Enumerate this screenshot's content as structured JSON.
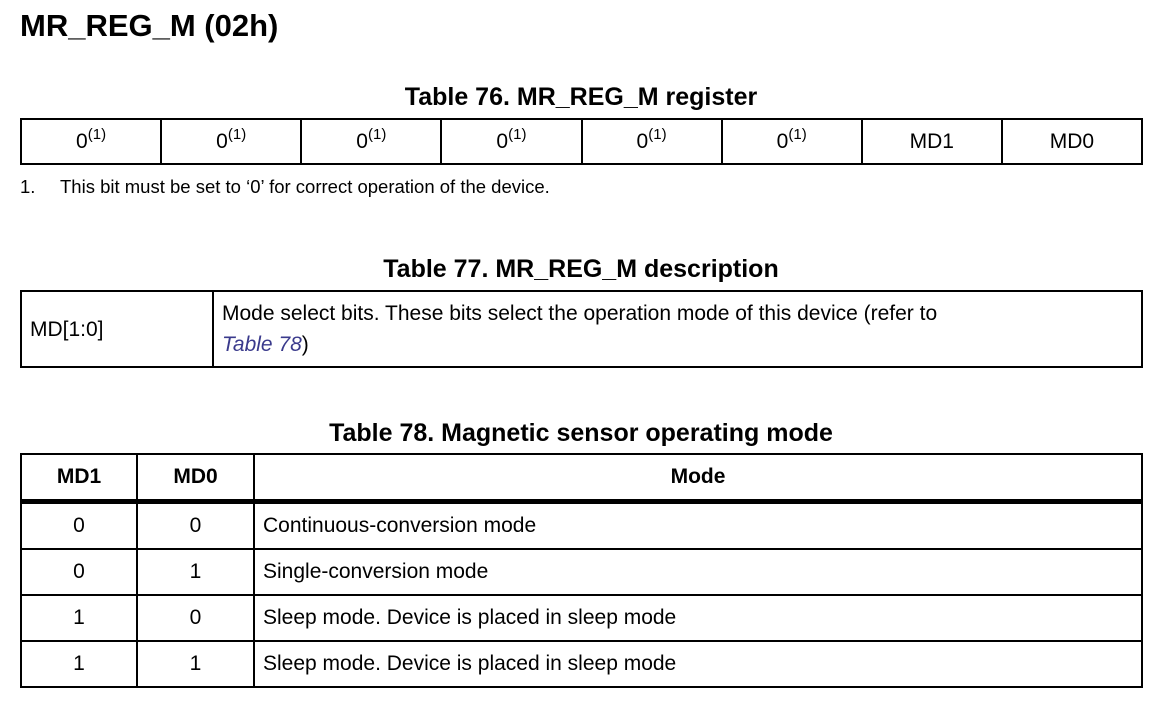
{
  "section_title": "MR_REG_M (02h)",
  "table76": {
    "caption": "Table 76. MR_REG_M register",
    "bits": [
      {
        "value": "0",
        "note": "(1)"
      },
      {
        "value": "0",
        "note": "(1)"
      },
      {
        "value": "0",
        "note": "(1)"
      },
      {
        "value": "0",
        "note": "(1)"
      },
      {
        "value": "0",
        "note": "(1)"
      },
      {
        "value": "0",
        "note": "(1)"
      },
      {
        "value": "MD1",
        "note": ""
      },
      {
        "value": "MD0",
        "note": ""
      }
    ],
    "footnote_number": "1.",
    "footnote_text": "This bit must be set to ‘0’ for correct operation of the device."
  },
  "table77": {
    "caption": "Table 77. MR_REG_M description",
    "field": "MD[1:0]",
    "description": "Mode select bits. These bits select the operation mode of this device (refer to",
    "link": "Table 78",
    "closing": ")"
  },
  "table78": {
    "caption": "Table 78. Magnetic sensor operating mode",
    "headers": [
      "MD1",
      "MD0",
      "Mode"
    ],
    "rows": [
      [
        "0",
        "0",
        "Continuous-conversion mode"
      ],
      [
        "0",
        "1",
        "Single-conversion mode"
      ],
      [
        "1",
        "0",
        "Sleep mode. Device is placed in sleep mode"
      ],
      [
        "1",
        "1",
        "Sleep mode. Device is placed in sleep mode"
      ]
    ]
  }
}
